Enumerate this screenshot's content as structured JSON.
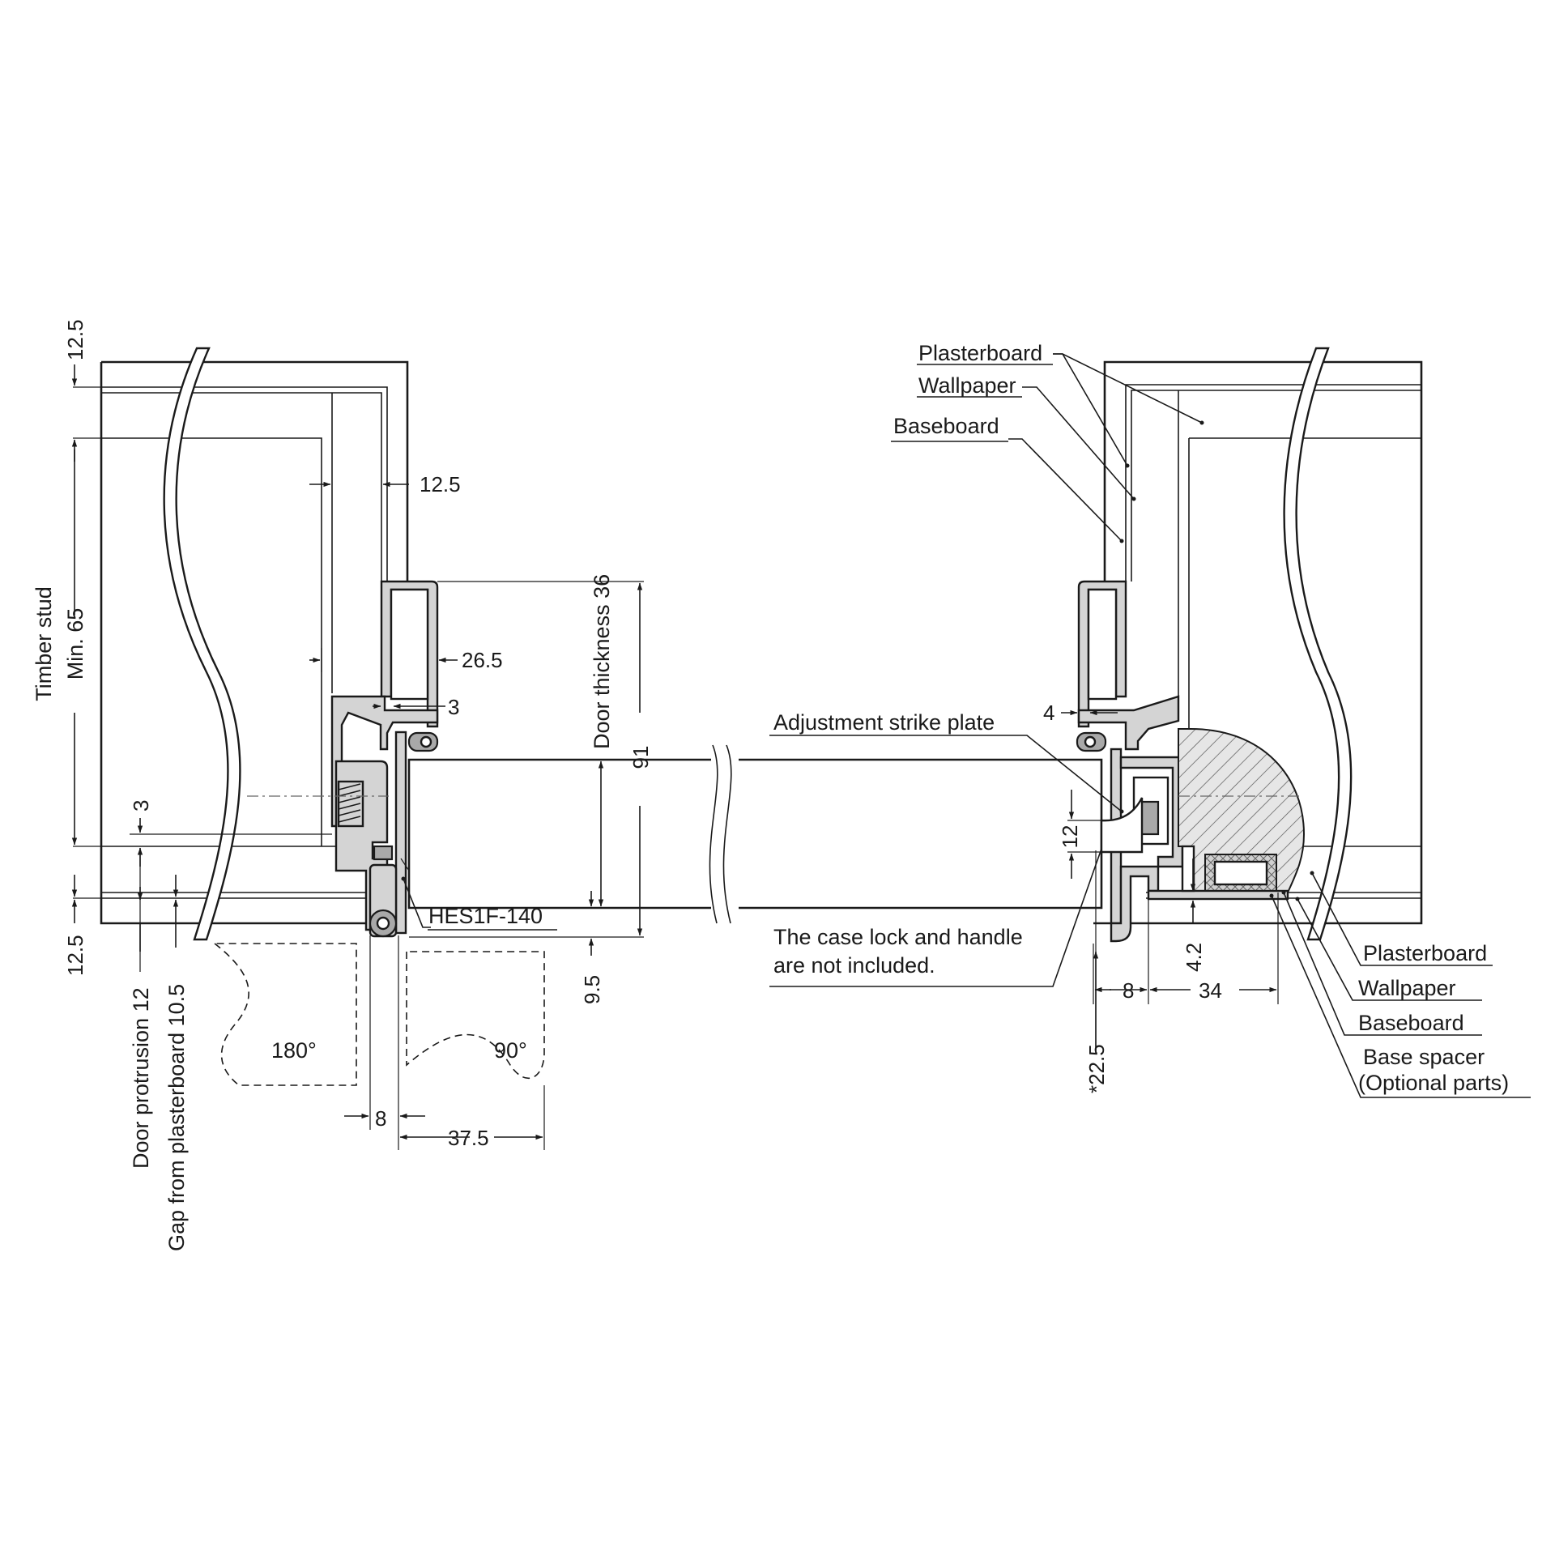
{
  "labels": {
    "timber_stud": "Timber stud",
    "min_65": "Min. 65",
    "door_thickness": "Door thickness 36",
    "hes_part": "HES1F-140",
    "adjustment_strike_plate": "Adjustment strike plate",
    "case_lock_line1": "The case lock and handle",
    "case_lock_line2": "are not included.",
    "door_protrusion": "Door protrusion 12",
    "gap_from_plasterboard": "Gap from plasterboard 10.5",
    "top_plasterboard": "Plasterboard",
    "top_wallpaper": "Wallpaper",
    "top_baseboard": "Baseboard",
    "bottom_plasterboard": "Plasterboard",
    "bottom_wallpaper": "Wallpaper",
    "bottom_baseboard": "Baseboard",
    "base_spacer": "Base spacer",
    "optional_parts": "(Optional parts)",
    "angle_180": "180°",
    "angle_90": "90°"
  },
  "dimensions": {
    "top_12_5": "12.5",
    "bottom_12_5": "12.5",
    "inner_12_5": "12.5",
    "d_26_5": "26.5",
    "d_3_top": "3",
    "d_3_left": "3",
    "d_91": "91",
    "d_9_5": "9.5",
    "d_8_left": "8",
    "d_37_5": "37.5",
    "d_4": "4",
    "d_12": "12",
    "d_4_2": "4.2",
    "d_8_right": "8",
    "d_34": "34",
    "d_22_5": "*22.5"
  }
}
